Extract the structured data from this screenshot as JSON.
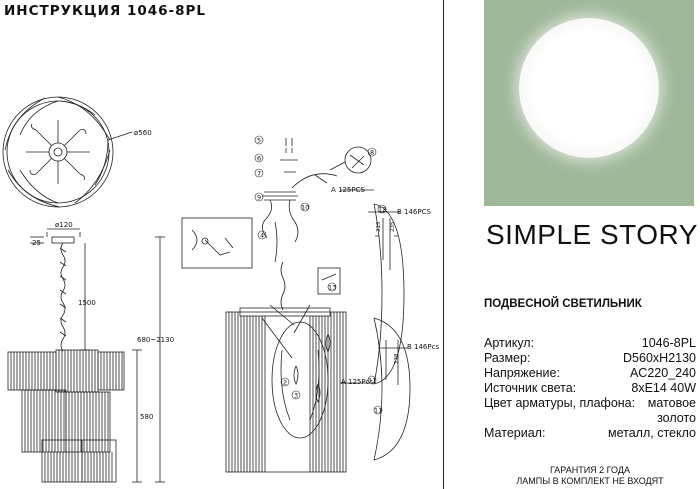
{
  "instruction_title": "ИНСТРУКЦИЯ 1046-8PL",
  "brand": {
    "part1": "SIMPLE",
    "part2": "STORY"
  },
  "product_type": "ПОДВЕСНОЙ СВЕТИЛЬНИК",
  "specs": [
    {
      "label": "Артикул:",
      "value": "1046-8PL"
    },
    {
      "label": "Размер:",
      "value": "D560xH2130"
    },
    {
      "label": "Напряжение:",
      "value": "AC220_240"
    },
    {
      "label": "Источник света:",
      "value": "8xE14 40W"
    },
    {
      "label": "Цвет арматуры, плафона:",
      "value": "матовое",
      "value2": "золото"
    },
    {
      "label": "Материал:",
      "value": "металл, стекло"
    }
  ],
  "warranty": {
    "line1": "ГАРАНТИЯ 2 ГОДА",
    "line2": "ЛАМПЫ В КОМПЛЕКТ НЕ ВХОДЯТ"
  },
  "drawing_labels": {
    "diameter_top": "ø560",
    "diameter_canopy": "ø120",
    "dim_25": "25",
    "dim_1500": "1500",
    "dim_range": "680~2130",
    "dim_580": "580",
    "part_a1": "A 125PCS",
    "part_b1": "B 146PCS",
    "part_b2": "B 146Pcs",
    "part_a2": "A 125Pcs",
    "dim_315": "315",
    "dim_235": "235",
    "dim_238": "238",
    "num_5": "5",
    "num_6": "6",
    "num_7": "7",
    "num_8": "8",
    "num_9": "9",
    "num_10": "10",
    "num_4": "4",
    "num_2": "2",
    "num_3": "3",
    "num_11": "11",
    "num_12": "12",
    "num_13": "13"
  },
  "colors": {
    "accent_panel": "#9fb89a",
    "globe": "#ffffff",
    "line": "#222222"
  }
}
